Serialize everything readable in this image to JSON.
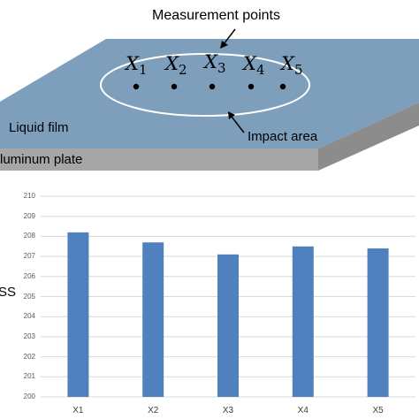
{
  "diagram": {
    "title": "Measurement points",
    "points": [
      {
        "base": "X",
        "sub": "1"
      },
      {
        "base": "X",
        "sub": "2"
      },
      {
        "base": "X",
        "sub": "3"
      },
      {
        "base": "X",
        "sub": "4"
      },
      {
        "base": "X",
        "sub": "5"
      }
    ],
    "liquid_film_label": "Liquid film",
    "impact_area_label": "Impact area",
    "plate_label": "luminum plate",
    "colors": {
      "film": "#7e9fbc",
      "plate_side": "#a6a6a6",
      "ellipse": "#ffffff",
      "dots": "#000000"
    }
  },
  "chart_data": {
    "type": "bar",
    "categories": [
      "X1",
      "X2",
      "X3",
      "X4",
      "X5"
    ],
    "values": [
      208.2,
      207.7,
      207.1,
      207.5,
      207.4
    ],
    "ylim": [
      200,
      210
    ],
    "yticks": [
      "200",
      "201",
      "202",
      "203",
      "204",
      "205",
      "206",
      "207",
      "208",
      "209",
      "210"
    ],
    "ylabel_fragment": "SS",
    "grid": true,
    "bar_color": "#4e81bd"
  }
}
